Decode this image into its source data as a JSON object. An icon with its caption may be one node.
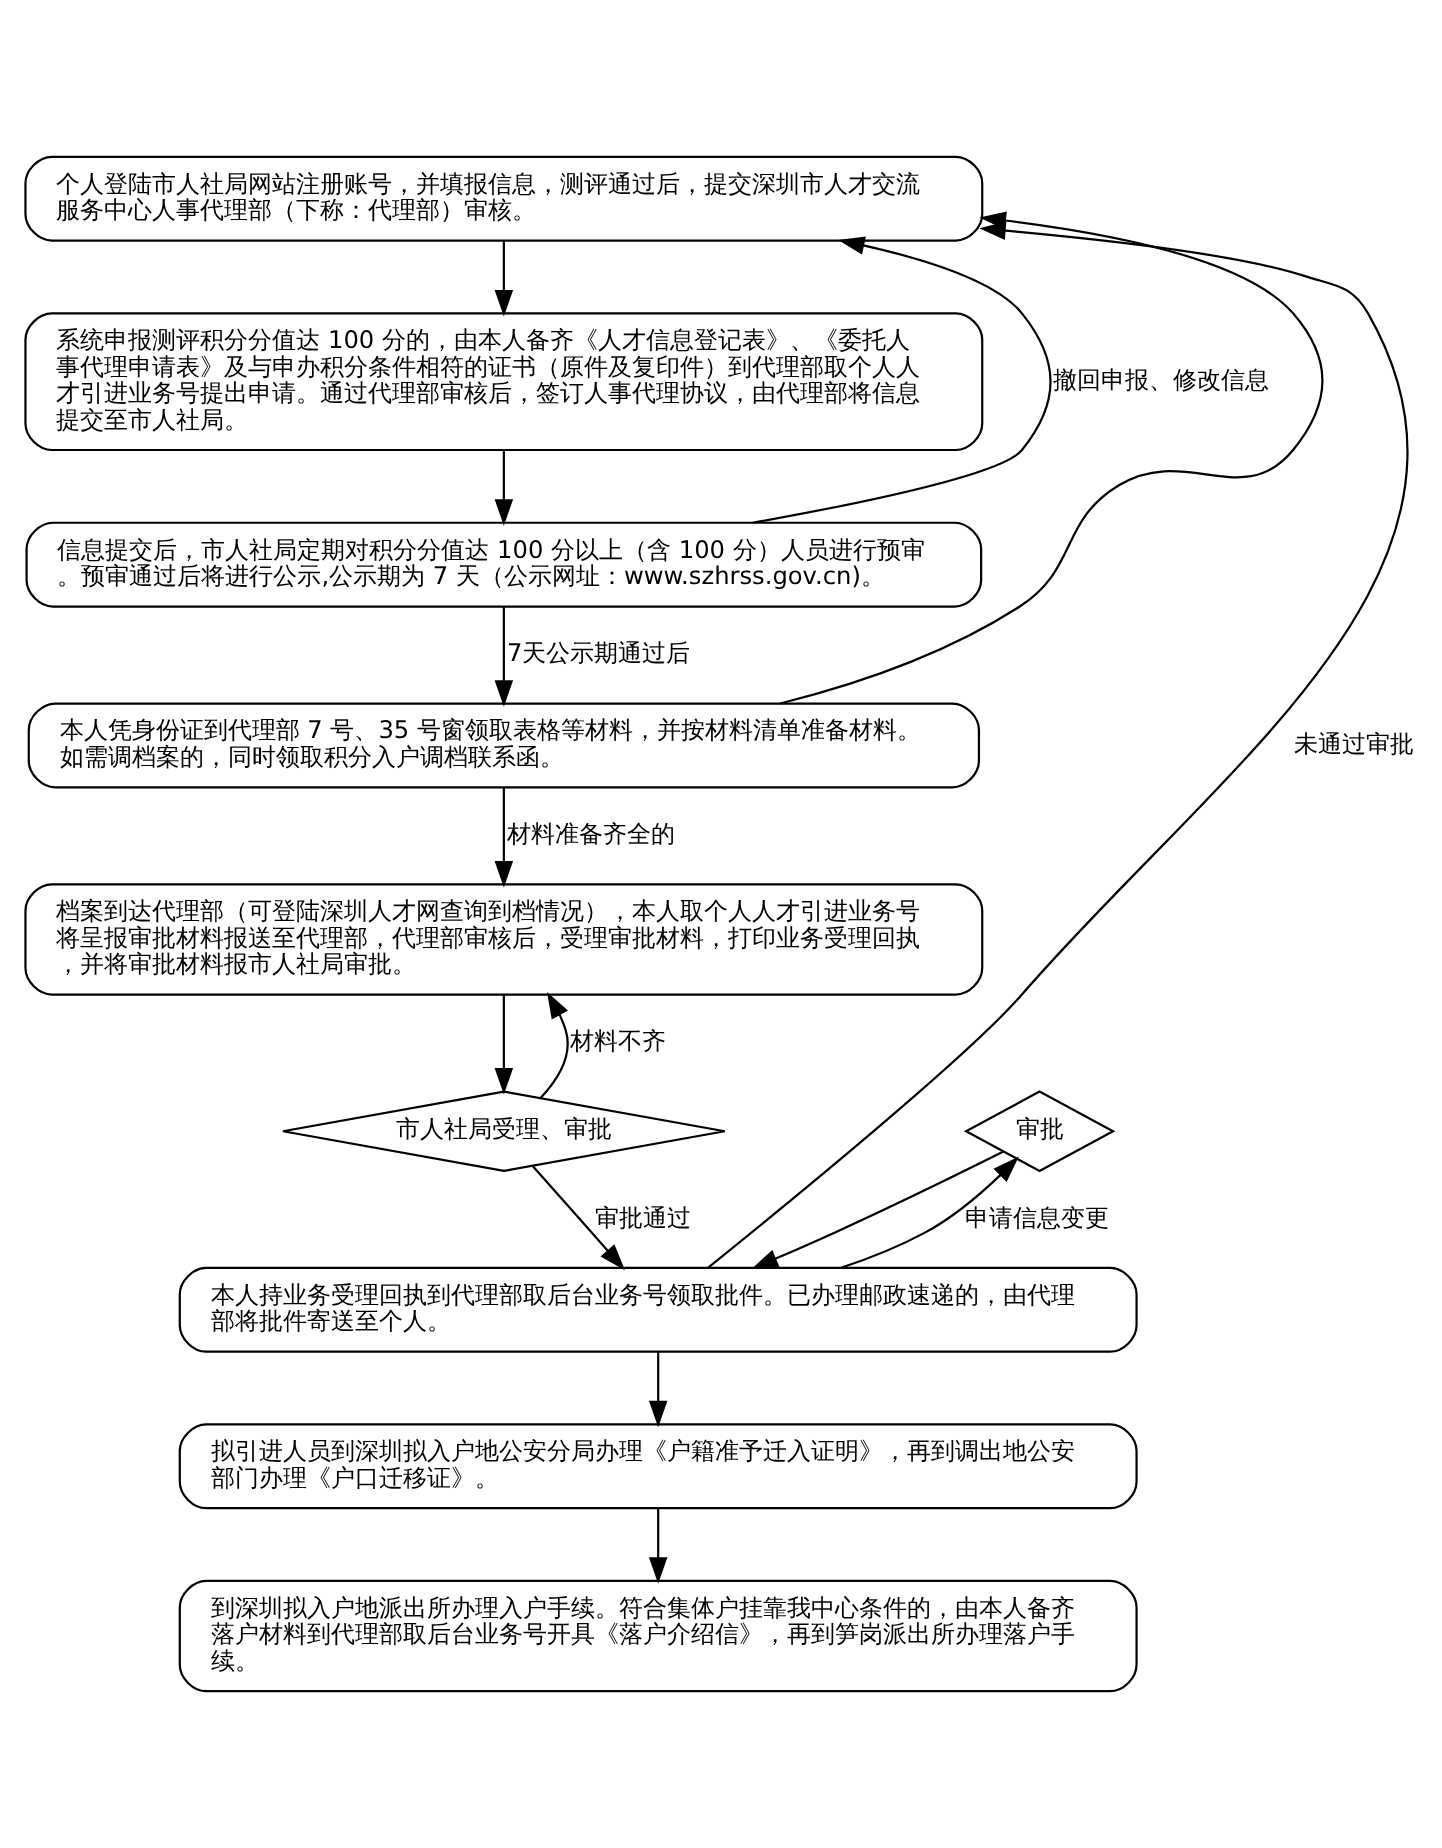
{
  "diagram": {
    "nodes": [
      {
        "text": [
          "个人登陆市人社局网站注册账号，并填报信息，测评通过后，提交深圳市人才交流服务中心人事代理部（下称：代理部）审核。"
        ]
      },
      {
        "text": [
          "系统申报测评积分分值达 100 分的，由本人备齐《人才信息登记表》、《委托人事代理申请表》及与申办积分条件相符的证书（原件及复印件）到代理部取个人人才引进业务号提出申请。通过代理部审核后，签订人事代理协议，由代理部将信息提交至市人社局。"
        ]
      },
      {
        "text": [
          "信息提交后，市人社局定期对积分分值达 100 分以上（含 100 分）人员进行预审。预审通过后将进行公示,公示期为 7 天（公示网址：www.szhrss.gov.cn)。"
        ]
      },
      {
        "text": [
          "本人凭身份证到代理部 7 号、35 号窗领取表格等材料，并按材料清单准备材料。如需调档案的，同时领取积分入户调档联系函。"
        ]
      },
      {
        "text": [
          "档案到达代理部（可登陆深圳人才网查询到档情况），本人取个人人才引进业务号将呈报审批材料报送至代理部，代理部审核后，受理审批材料，打印业务受理回执，并将审批材料报市人社局审批。"
        ]
      },
      {
        "text": [
          "市人社局受理、审批"
        ]
      },
      {
        "text": [
          "审批"
        ]
      },
      {
        "text": [
          "本人持业务受理回执到代理部取后台业务号领取批件。已办理邮政速递的，由代理部将批件寄送至个人。"
        ]
      },
      {
        "text": [
          "拟引进人员到深圳拟入户地公安分局办理《户籍准予迁入证明》，再到调出地公安部门办理《户口迁移证》。"
        ]
      },
      {
        "text": [
          "到深圳拟入户地派出所办理入户手续。符合集体户挂靠我中心条件的，由本人备齐落户材料到代理部取后台业务号开具《落户介绍信》，再到笋岗派出所办理落户手续。"
        ]
      }
    ],
    "edges": [
      {
        "from": 0,
        "to": 1,
        "arrow": "to"
      },
      {
        "from": 1,
        "to": 2,
        "arrow": "to"
      },
      {
        "from": 2,
        "to": 0,
        "arrow": "to",
        "label": "撤回申报、修改信息"
      },
      {
        "from": 2,
        "to": 3,
        "arrow": "to",
        "label": "7天公示期通过后"
      },
      {
        "from": 3,
        "to": 4,
        "arrow": "to",
        "label": "材料准备齐全的"
      },
      {
        "from": 4,
        "to": 5,
        "arrow": "to"
      },
      {
        "from": 5,
        "to": 4,
        "arrow": "to",
        "label": "材料不齐"
      },
      {
        "from": 5,
        "to": 7,
        "arrow": "to",
        "label": "审批通过"
      },
      {
        "from": 6,
        "to": 7,
        "arrow": "to"
      },
      {
        "from": 7,
        "to": 6,
        "arrow": "to",
        "label": "申请信息变更"
      },
      {
        "from": 3,
        "to": 0,
        "arrow": "to"
      },
      {
        "from": 7,
        "to": 0,
        "arrow": "to",
        "label": "未通过审批"
      },
      {
        "from": 7,
        "to": 8,
        "arrow": "to"
      },
      {
        "from": 8,
        "to": 9,
        "arrow": "to"
      }
    ]
  }
}
